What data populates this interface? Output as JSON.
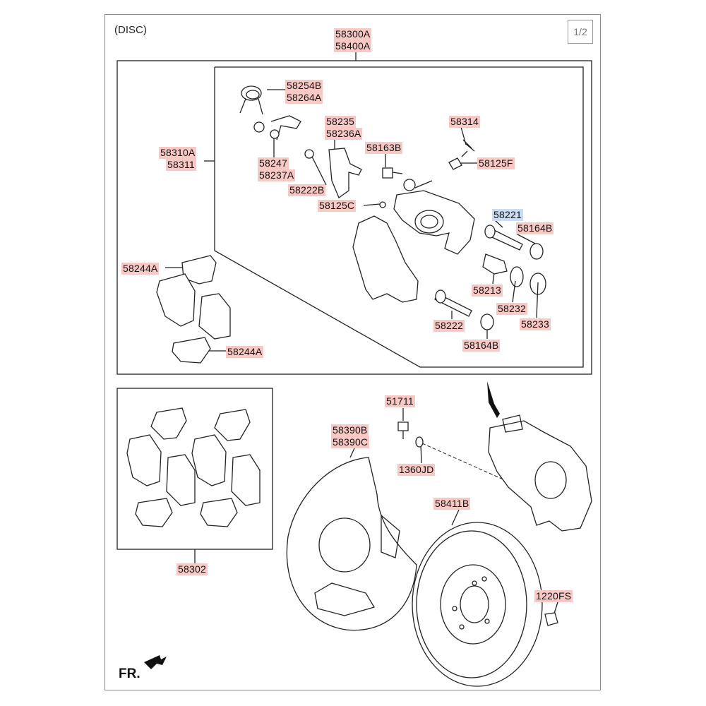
{
  "title": "(DISC)",
  "page_indicator": "1/2",
  "direction_label": "FR.",
  "parts": {
    "p58300A": "58300A",
    "p58400A": "58400A",
    "p58254B": "58254B",
    "p58264A": "58264A",
    "p58235": "58235",
    "p58236A": "58236A",
    "p58314": "58314",
    "p58310A": "58310A",
    "p58311": "58311",
    "p58163B": "58163B",
    "p58125F": "58125F",
    "p58247": "58247",
    "p58237A": "58237A",
    "p58222B": "58222B",
    "p58125C": "58125C",
    "p58221": "58221",
    "p58164B_top": "58164B",
    "p58244A_top": "58244A",
    "p58213": "58213",
    "p58232": "58232",
    "p58233": "58233",
    "p58222": "58222",
    "p58164B_bottom": "58164B",
    "p58244A_bottom": "58244A",
    "p51711": "51711",
    "p58390B": "58390B",
    "p58390C": "58390C",
    "p1360JD": "1360JD",
    "p58411B": "58411B",
    "p1220FS": "1220FS",
    "p58302": "58302"
  },
  "selected_part": "58221",
  "colors": {
    "label_highlight": "#f8c9c4",
    "selected_highlight": "#c9dcf3",
    "line": "#222222"
  }
}
